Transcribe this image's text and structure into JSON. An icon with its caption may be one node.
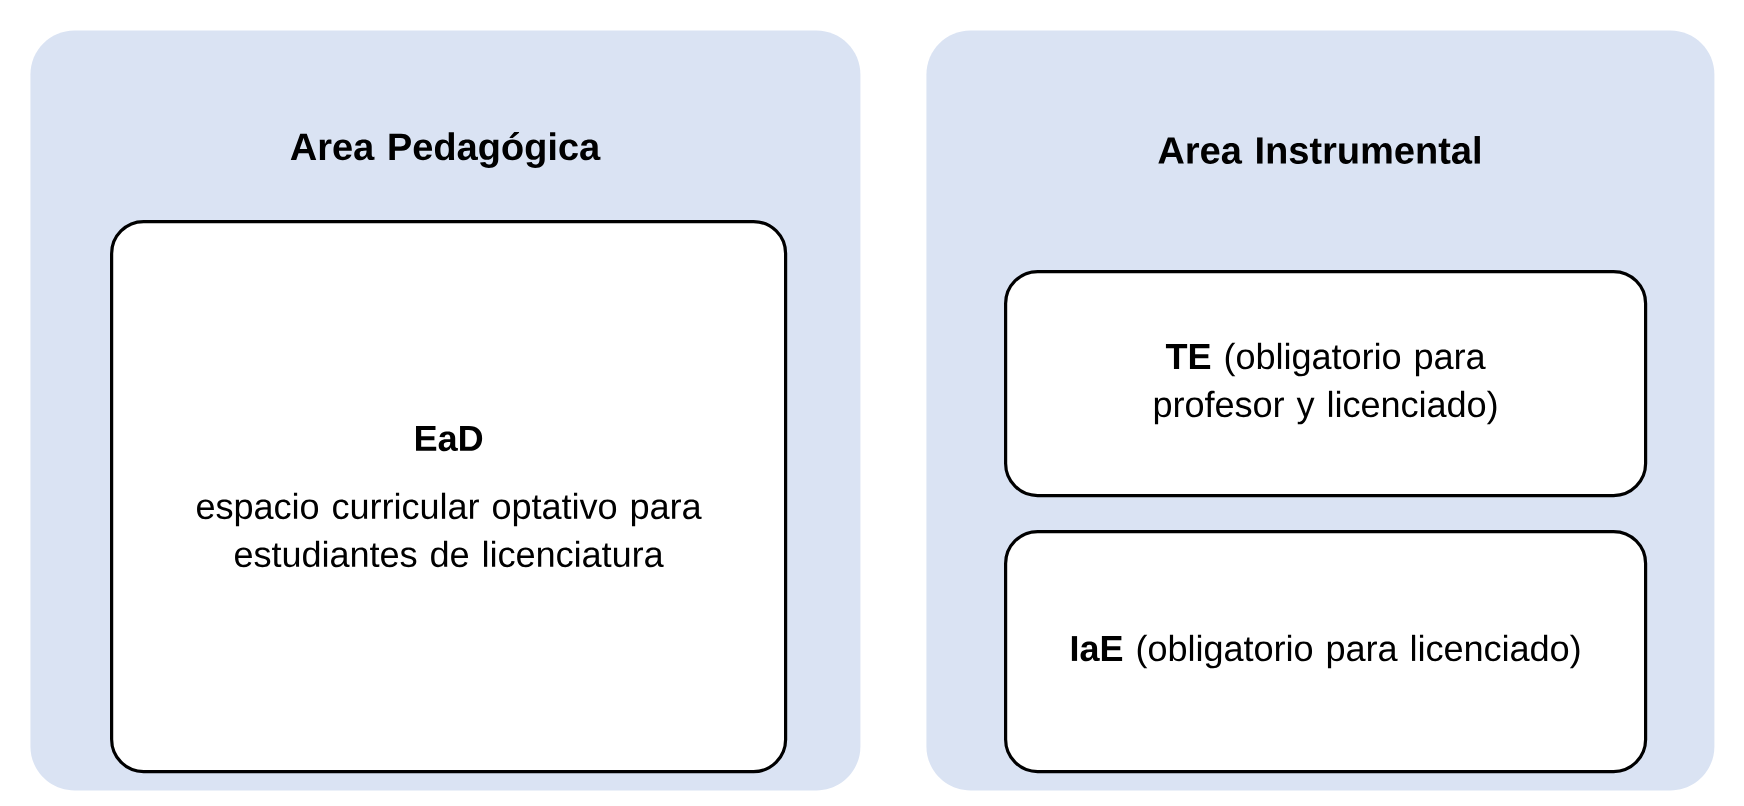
{
  "diagram": {
    "nodes": [
      {
        "text": [
          "Area Pedagógica"
        ]
      },
      {
        "text": [
          "EaD",
          "espacio curricular optativo para estudiantes de licenciatura"
        ],
        "in": 0
      },
      {
        "text": [
          "Area Instrumental"
        ]
      },
      {
        "text": [
          "**TE** (obligatorio para profesor y licenciado)"
        ],
        "in": 2
      },
      {
        "text": [
          "**IaE** (obligatorio para licenciado)"
        ],
        "in": 2
      }
    ]
  }
}
